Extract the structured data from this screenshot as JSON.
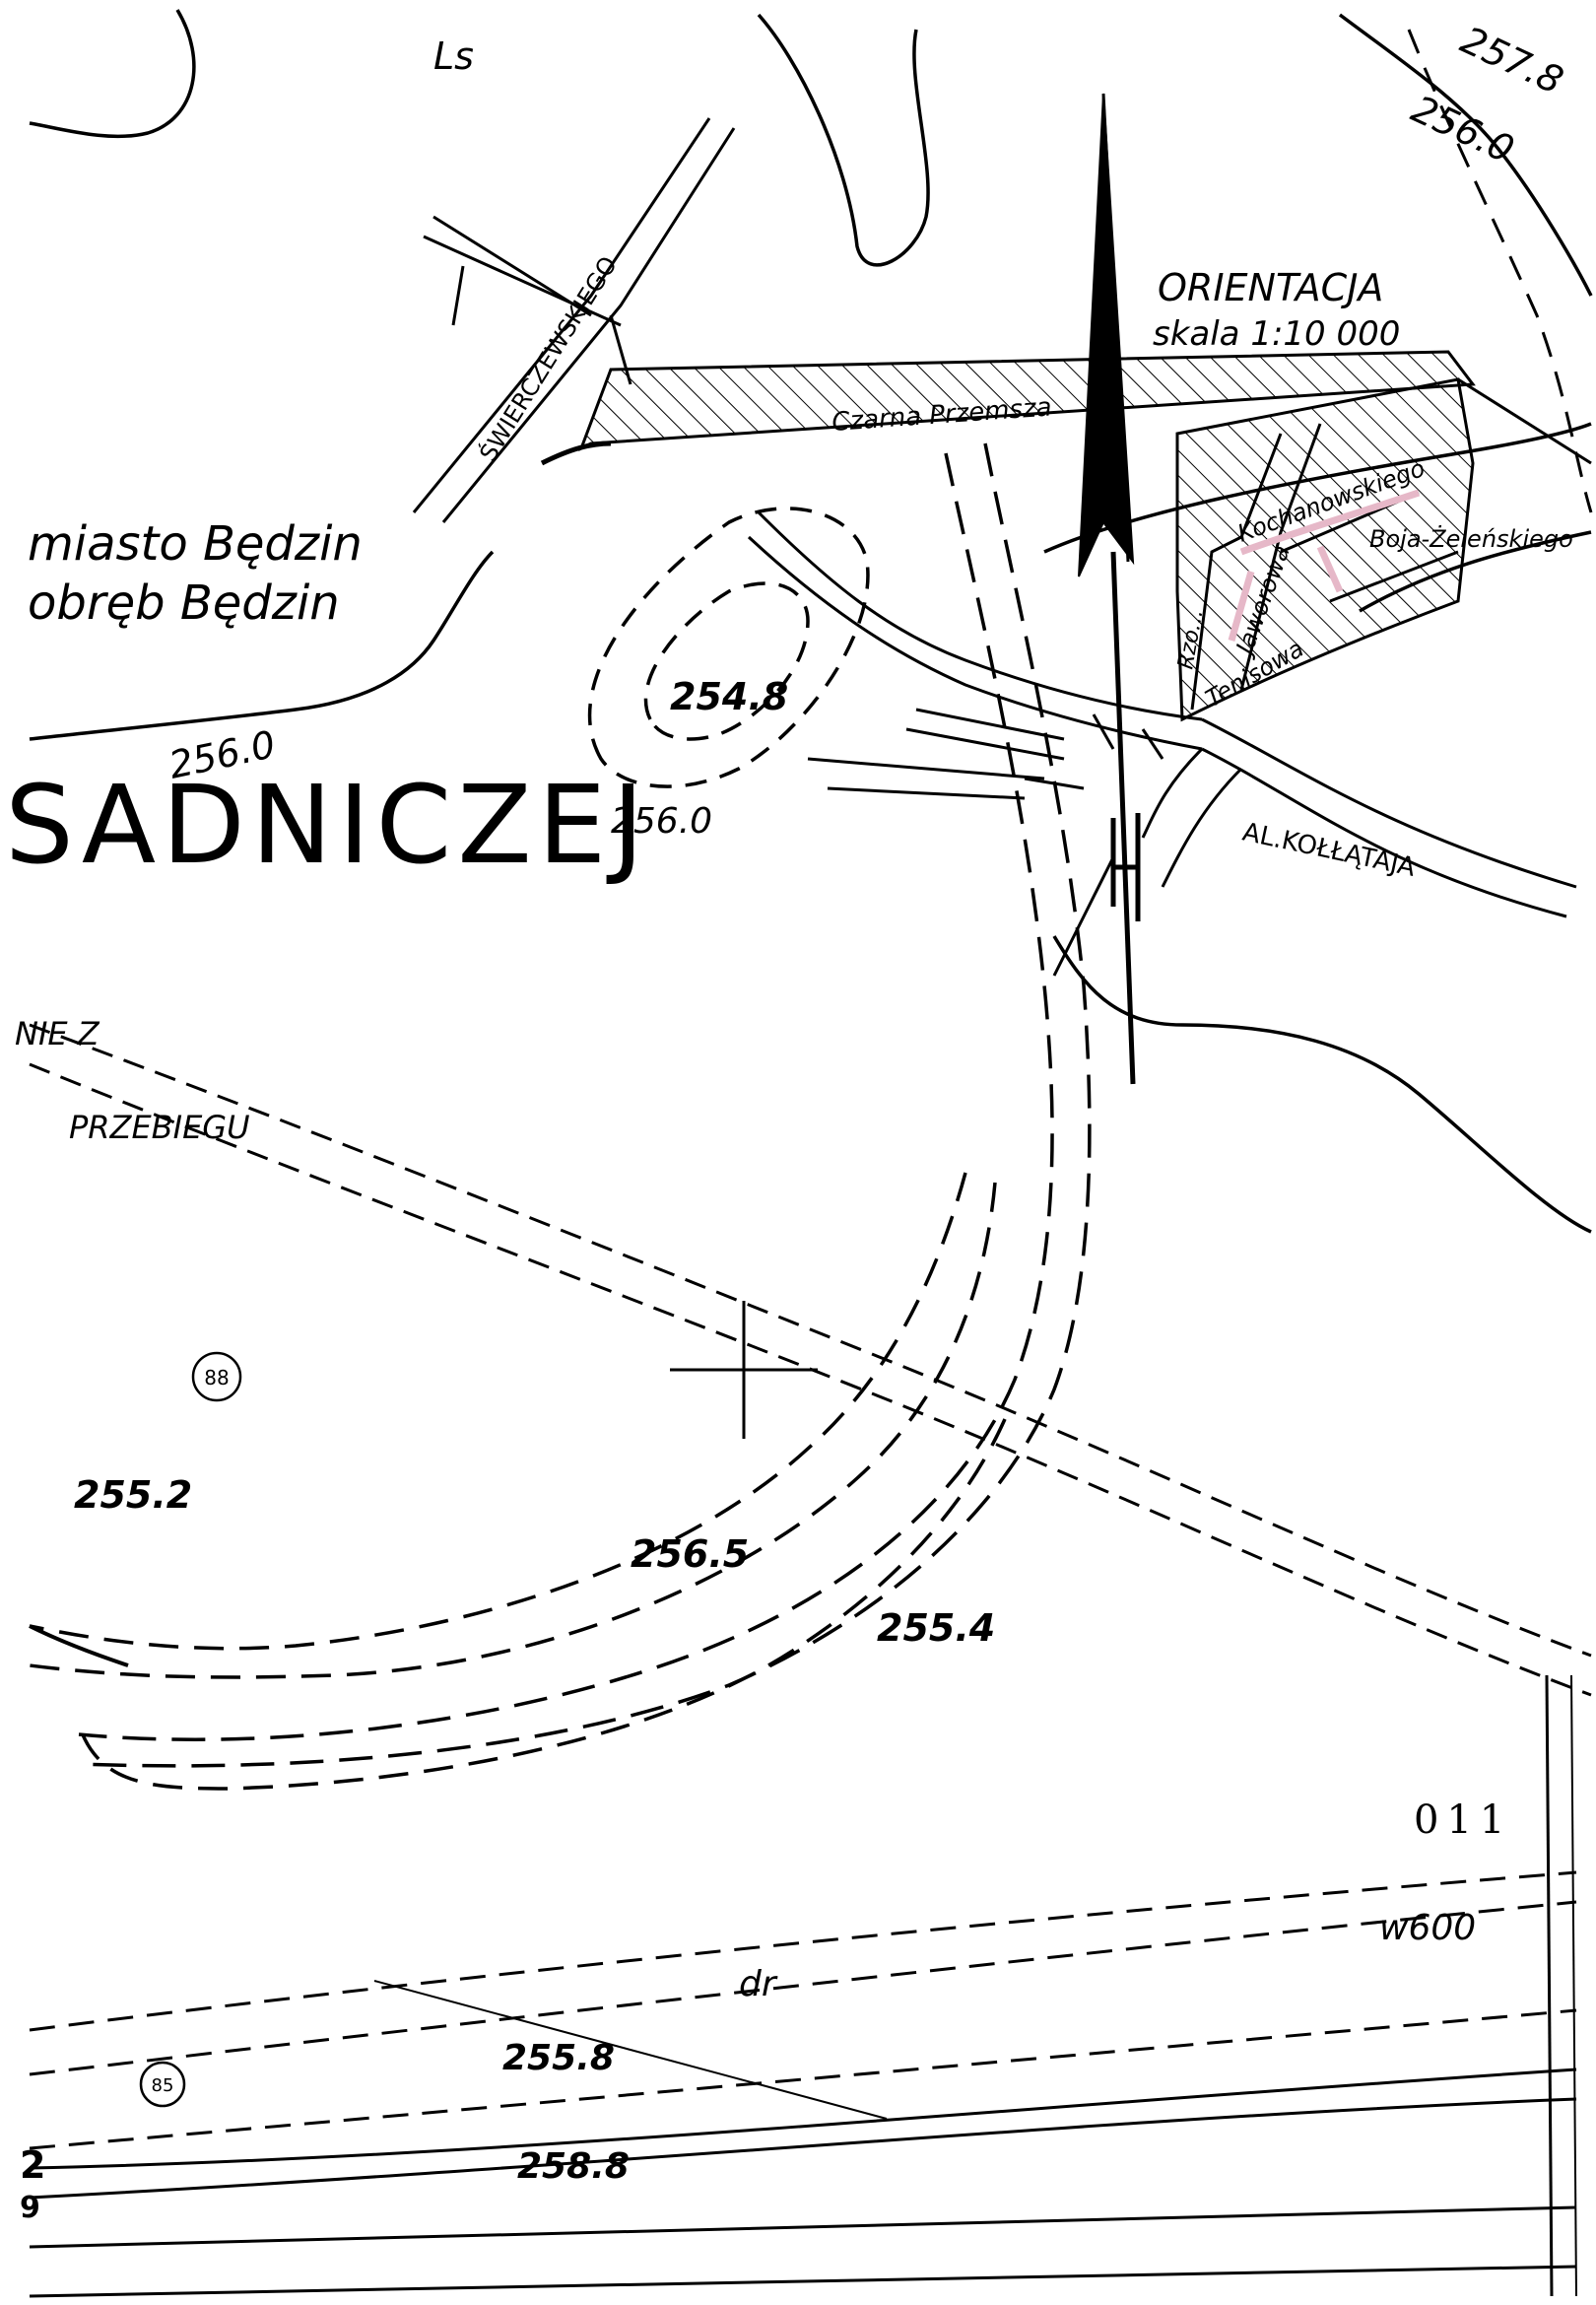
{
  "map": {
    "orientation": {
      "title": "ORIENTACJA",
      "scale": "skala 1:10 000"
    },
    "admin": {
      "city": "miasto Będzin",
      "precinct": "obręb Będzin"
    },
    "big_label": "SADNICZEJ",
    "streets": {
      "swierczewskiego": "ŚWIERCZEWSKIEGO",
      "river": "Czarna Przemsza",
      "kochanowskiego": "Kochanowskiego",
      "boya": "Boja-Żeleńskiego",
      "kollataja": "AL.KOŁŁĄTAJA",
      "tenisowa": "Tenisowa",
      "jaworowa": "Jaworowa",
      "ogrodowa": "Rzo..."
    },
    "contours": {
      "c2578": "257.8",
      "c2560_top": "256.0",
      "c2560_left": "256.0",
      "c2560_mid": "256.0"
    },
    "spot_heights": {
      "h2548": "254.8",
      "h2552": "255.2",
      "h2565": "256.5",
      "h2554": "255.4",
      "h2558": "255.8",
      "h2588": "258.8"
    },
    "parcels": {
      "p88": "88",
      "p85": "85"
    },
    "notes": {
      "ls": "Ls",
      "nie_z": "NIE Z",
      "przebiegu": "PRZEBIEGU",
      "sheet": "011",
      "w600": "w600",
      "dr": "dr",
      "edge_2": "2",
      "edge_9": "9"
    },
    "colors": {
      "ink": "#000000",
      "street_highlight": "#e6b8c8",
      "paper": "#ffffff"
    }
  }
}
